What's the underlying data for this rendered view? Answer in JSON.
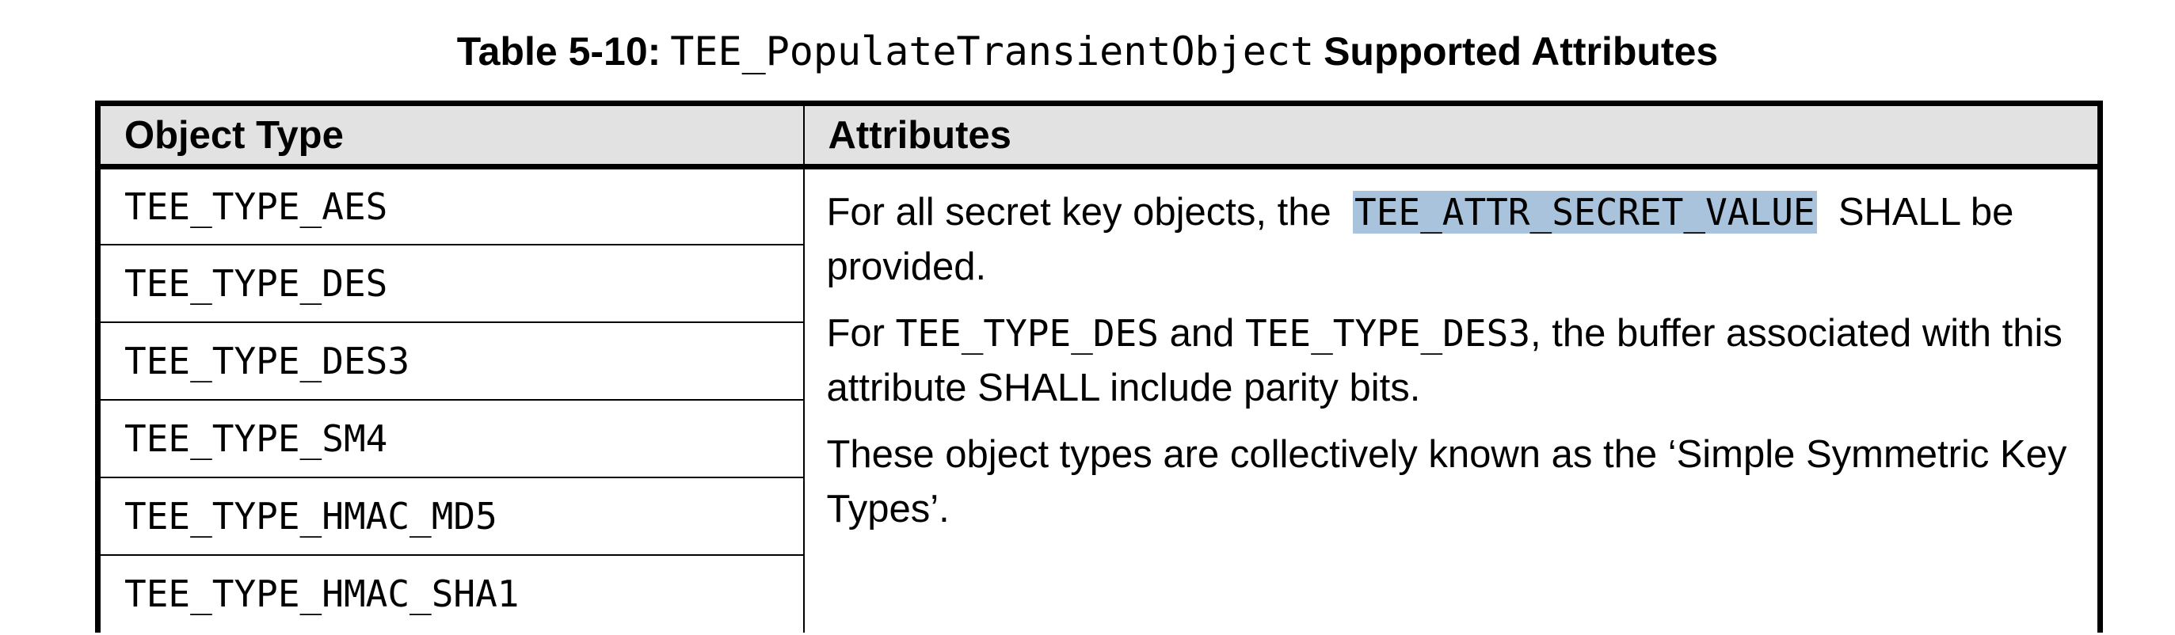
{
  "caption": {
    "prefix": "Table 5-10:",
    "function_name": "TEE_PopulateTransientObject",
    "suffix": "Supported Attributes"
  },
  "table": {
    "headers": {
      "object_type": "Object Type",
      "attributes": "Attributes"
    },
    "object_types": [
      "TEE_TYPE_AES",
      "TEE_TYPE_DES",
      "TEE_TYPE_DES3",
      "TEE_TYPE_SM4",
      "TEE_TYPE_HMAC_MD5",
      "TEE_TYPE_HMAC_SHA1"
    ],
    "attributes": {
      "p1": {
        "before": "For all secret key objects, the",
        "attr": "TEE_ATTR_SECRET_VALUE",
        "after": "SHALL be provided."
      },
      "p2": {
        "t1": "For",
        "type1": "TEE_TYPE_DES",
        "t2": "and",
        "type2": "TEE_TYPE_DES3",
        "t3": ", the buffer associated with this attribute SHALL include parity bits."
      },
      "p3": "These object types are collectively known as the ‘Simple Symmetric Key Types’."
    }
  },
  "colors": {
    "header_background": "#e2e2e2",
    "selection_highlight": "#a9c3dc"
  }
}
